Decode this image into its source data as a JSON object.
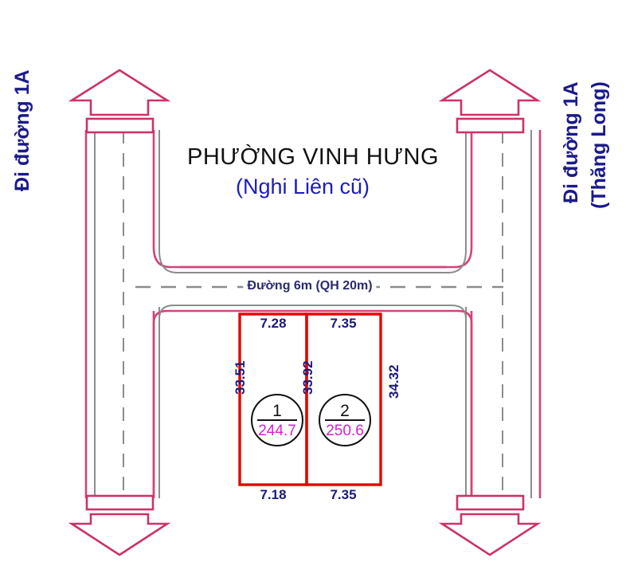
{
  "title": {
    "main": "PHƯỜNG VINH HƯNG",
    "sub": "(Nghi Liên cũ)"
  },
  "labels": {
    "left_road": "Đi đường 1A",
    "right_road_line1": "Đi đường 1A",
    "right_road_line2": "(Thăng Long)",
    "center_road": "Đường 6m (QH 20m)"
  },
  "colors": {
    "road_outline": "#d1447a",
    "road_inner": "#808080",
    "plot_border": "#e60000",
    "text_blue": "#1a1a8c",
    "text_navy": "#2b2b6e",
    "area_magenta": "#d520d5",
    "title_black": "#111111",
    "background": "#ffffff"
  },
  "dimensions": {
    "top": [
      "7.28",
      "7.35"
    ],
    "bottom": [
      "7.18",
      "7.35"
    ],
    "vertical": [
      "33.51",
      "33.92",
      "34.32"
    ]
  },
  "lots": [
    {
      "number": "1",
      "area": "244.7"
    },
    {
      "number": "2",
      "area": "250.6"
    }
  ],
  "arrows": {
    "top_left": "arrow-up",
    "top_right": "arrow-up",
    "bottom_left": "arrow-down",
    "bottom_right": "arrow-down"
  }
}
